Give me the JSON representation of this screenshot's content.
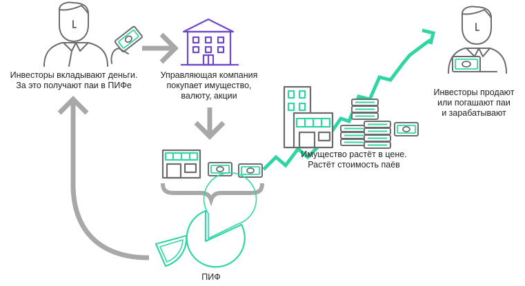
{
  "labels": {
    "investors_in_line1": "Инвесторы вкладывают деньги.",
    "investors_in_line2": "За это получают паи в ПИФе",
    "company_line1": "Управляющая компания",
    "company_line2": "покупает имущество,",
    "company_line3": "валюту, акции",
    "growth_line1": "Имущество растёт в цене.",
    "growth_line2": "Растёт стоимость паёв",
    "investors_out_line1": "Инвесторы продают",
    "investors_out_line2": "или погашают паи",
    "investors_out_line3": "и зарабатывают",
    "fund": "ПИФ"
  },
  "colors": {
    "outline": "#6b6b6b",
    "accent_green": "#2fd6a4",
    "purple": "#6a48c8",
    "arrow_gray": "#a8a8a8"
  }
}
